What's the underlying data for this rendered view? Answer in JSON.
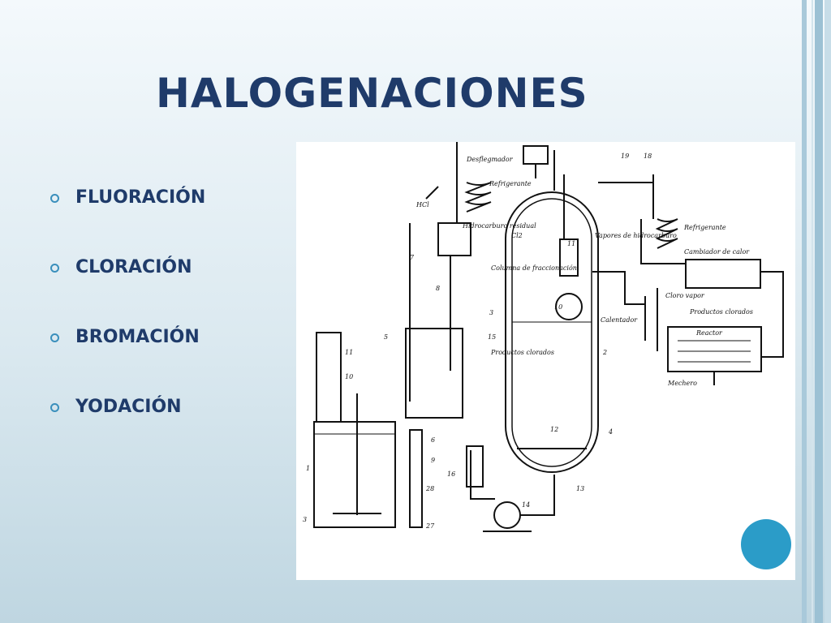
{
  "slide": {
    "title": "HALOGENACIONES",
    "bullets": [
      "FLUORACIÓN",
      "CLORACIÓN",
      "BROMACIÓN",
      "YODACIÓN"
    ]
  },
  "diagram": {
    "labels": {
      "desflegmador": "Desflegmador",
      "refrigerante_top": "Refrigerante",
      "hcl": "HCl",
      "hidrocarburo_residual": "Hidrocarburo residual",
      "cl2": "Cl2",
      "vapores_hidrocarburo": "Vapores de hidrocarburo",
      "refrigerante_right": "Refrigerante",
      "cambiador_calor": "Cambiador de calor",
      "columna_fracc": "Columna de fraccionación",
      "cloro_vapor": "Cloro vapor",
      "productos_clorados_right": "Productos clorados",
      "calentador": "Calentador",
      "reactor": "Reactor",
      "productos_clorados_center": "Productos clorados",
      "mechero": "Mechero"
    },
    "numbers": [
      "19",
      "18",
      "7",
      "8",
      "3",
      "5",
      "15",
      "11",
      "10",
      "2",
      "12",
      "4",
      "16",
      "14",
      "13",
      "6",
      "1",
      "9",
      "28",
      "27",
      "3",
      "11",
      "10"
    ]
  },
  "colors": {
    "title": "#1f3b6a",
    "bullet_text": "#1f3b6a",
    "bullet_marker": "#3a8fbc",
    "accent_circle": "#2b9cc8"
  }
}
